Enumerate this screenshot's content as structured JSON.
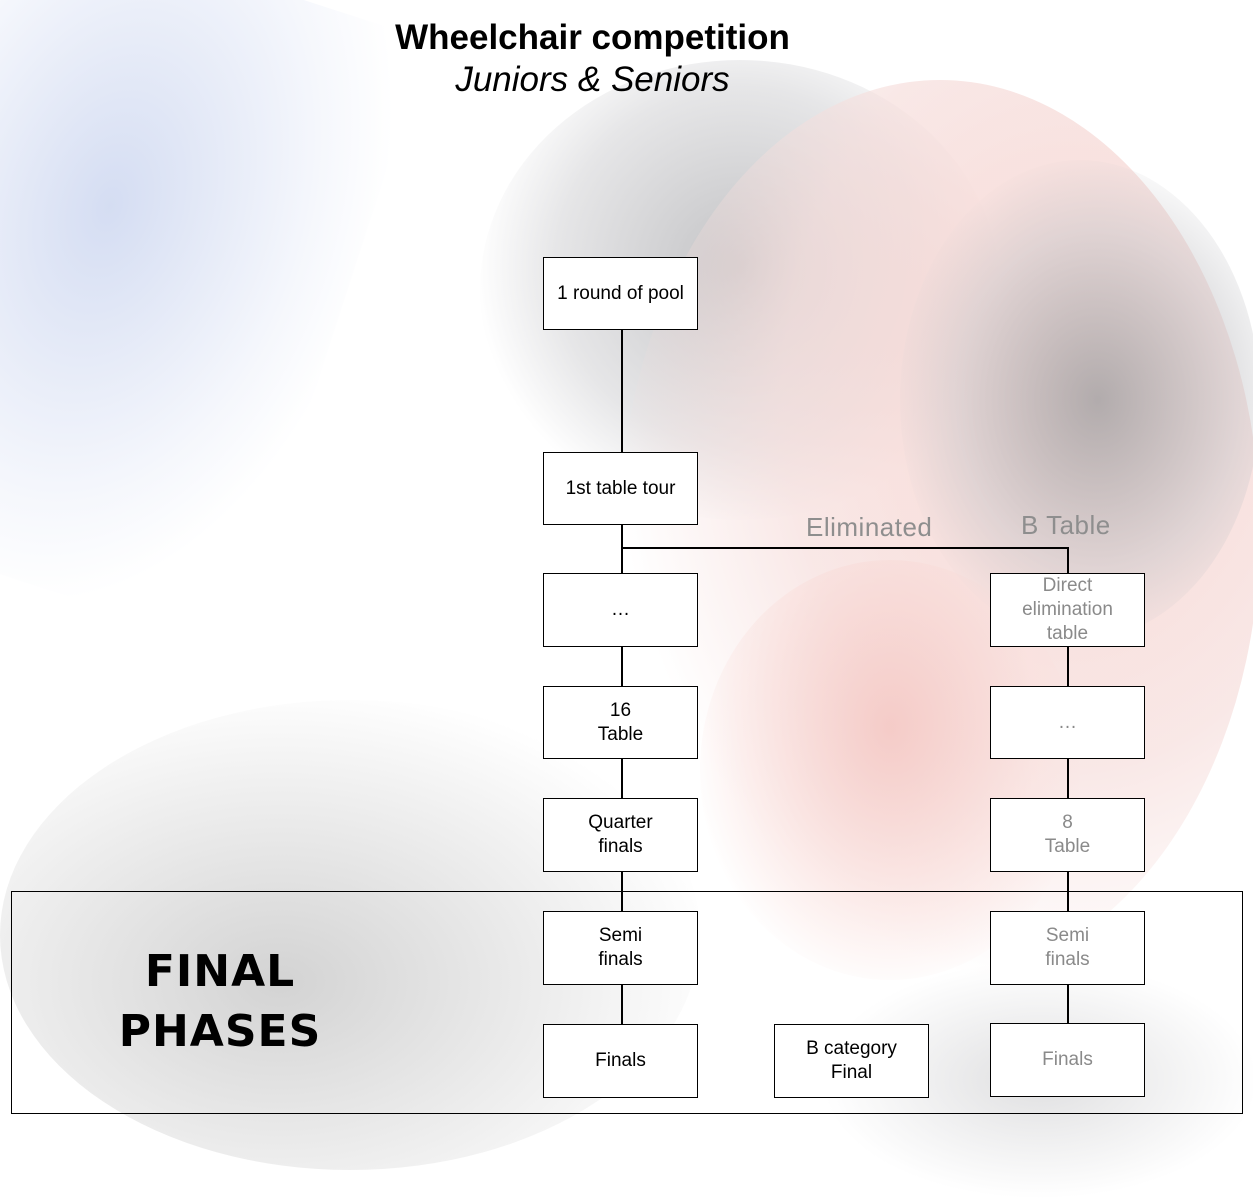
{
  "title": "Wheelchair competition",
  "subtitle": "Juniors & Seniors",
  "main_path": {
    "pool": "1 round of pool",
    "first_table": "1st table tour",
    "ellipsis": "…",
    "table16": [
      "16",
      "Table"
    ],
    "quarter": [
      "Quarter",
      "finals"
    ],
    "semi": [
      "Semi",
      "finals"
    ],
    "finals": "Finals"
  },
  "b_path": {
    "eliminated_label": "Eliminated",
    "b_table_label": "B Table",
    "direct": [
      "Direct",
      "elimination",
      "table"
    ],
    "ellipsis": "…",
    "table8": [
      "8",
      "Table"
    ],
    "semi": [
      "Semi",
      "finals"
    ],
    "finals": "Finals"
  },
  "b_category_final": [
    "B category",
    "Final"
  ],
  "final_phases": [
    "FINAL",
    "PHASES"
  ],
  "colors": {
    "secondary_text": "#8a8a8a",
    "line": "#000000"
  }
}
